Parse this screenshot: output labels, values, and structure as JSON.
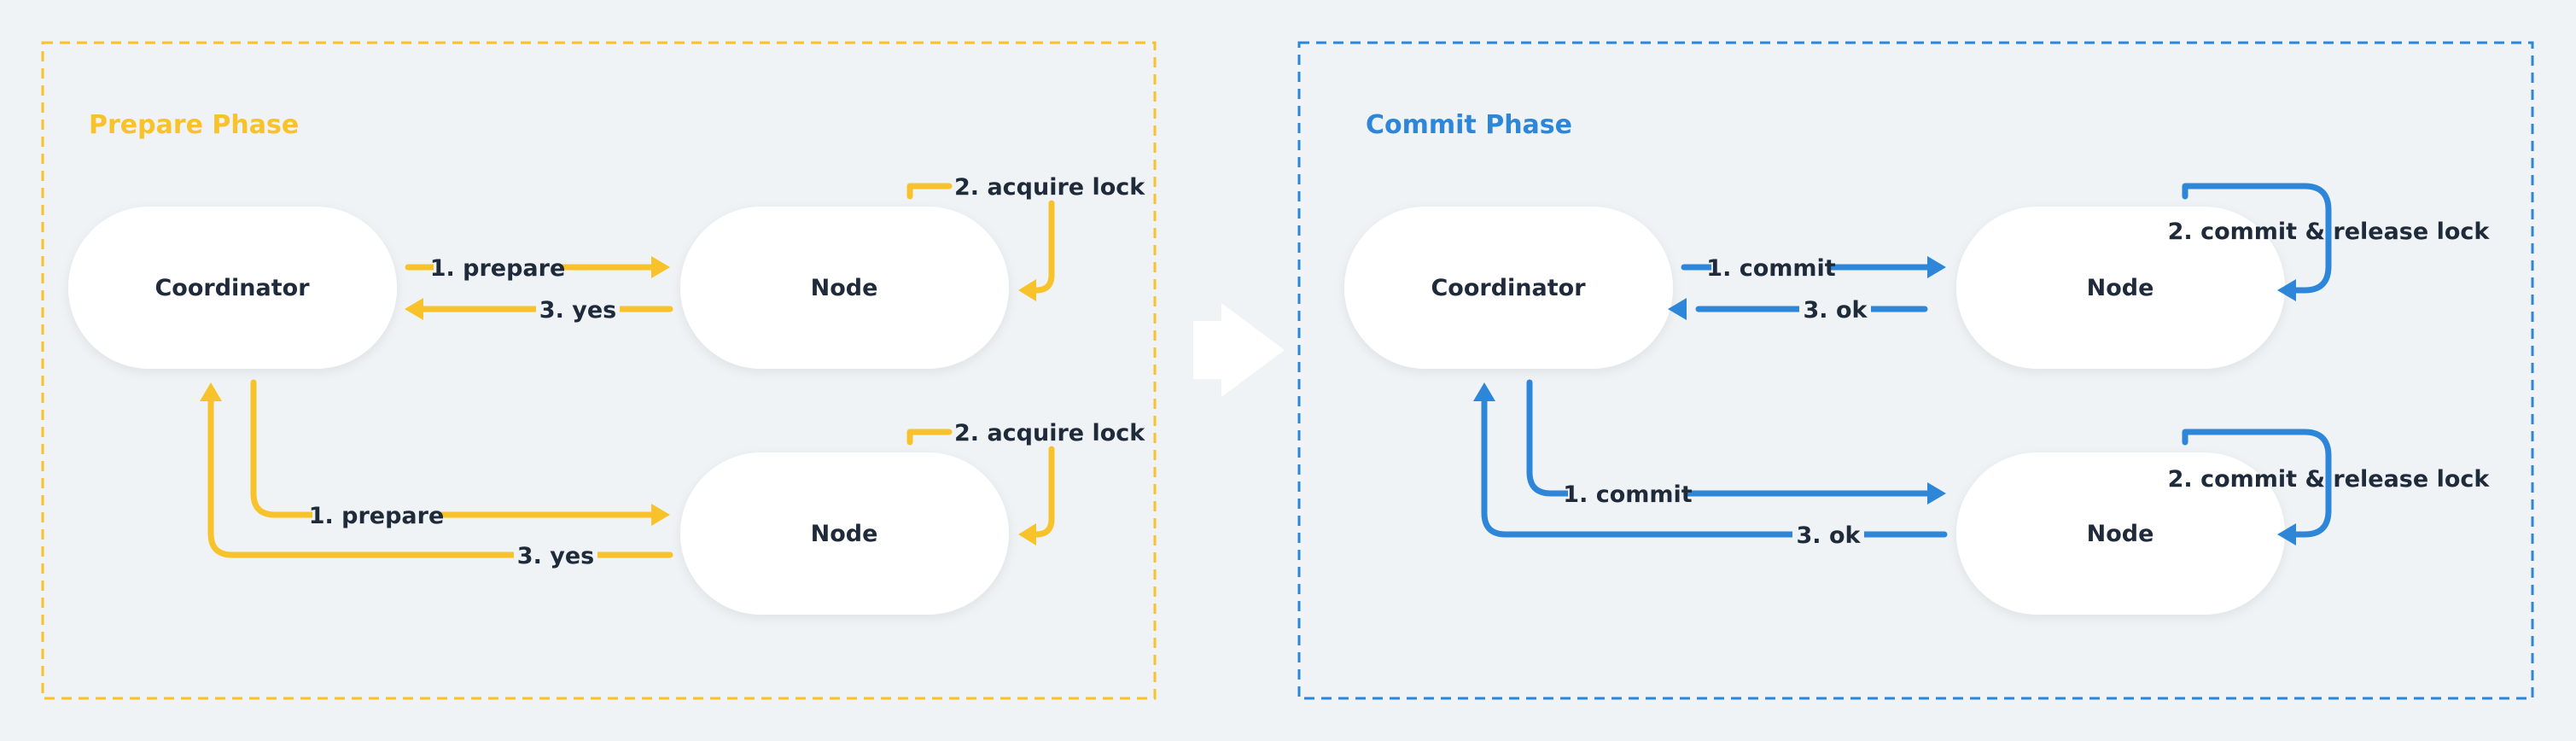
{
  "colors": {
    "background": "#EFF3F6",
    "prepare": "#F8C22A",
    "commit": "#2E86D9",
    "node_fill": "#FFFFFF",
    "text": "#1F2A3A",
    "transition_arrow": "#FFFFFF"
  },
  "prepare_phase": {
    "title": "Prepare Phase",
    "nodes": {
      "coordinator": "Coordinator",
      "node_top": "Node",
      "node_bottom": "Node"
    },
    "labels": {
      "top_prepare": "1. prepare",
      "top_yes": "3. yes",
      "top_lock": "2. acquire lock",
      "bottom_prepare": "1. prepare",
      "bottom_yes": "3. yes",
      "bottom_lock": "2. acquire lock"
    }
  },
  "commit_phase": {
    "title": "Commit Phase",
    "nodes": {
      "coordinator": "Coordinator",
      "node_top": "Node",
      "node_bottom": "Node"
    },
    "labels": {
      "top_commit": "1. commit",
      "top_ok": "3. ok",
      "top_release": "2. commit & release lock",
      "bottom_commit": "1. commit",
      "bottom_ok": "3. ok",
      "bottom_release": "2. commit & release lock"
    }
  }
}
